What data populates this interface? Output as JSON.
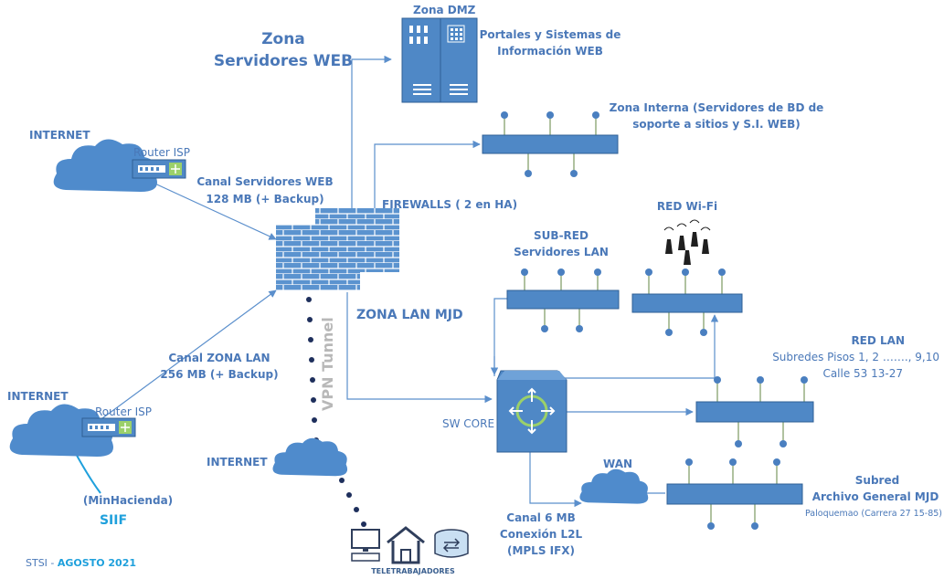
{
  "zones": {
    "web_title_1": "Zona",
    "web_title_2": "Servidores WEB",
    "dmz": "Zona DMZ",
    "portales_1": "Portales y Sistemas de",
    "portales_2": "Información WEB",
    "interna_1": "Zona Interna (Servidores de BD de",
    "interna_2": "soporte a sitios y S.I. WEB)",
    "firewalls": "FIREWALLS  ( 2 en HA)",
    "lan_mjd": "ZONA LAN MJD",
    "vpn": "VPN Tunnel"
  },
  "internet_top": {
    "label": "INTERNET",
    "router": "Router ISP"
  },
  "internet_left": {
    "label": "INTERNET",
    "router": "Router ISP"
  },
  "internet_bottom": {
    "label": "INTERNET"
  },
  "canal_web": {
    "line1": "Canal Servidores WEB",
    "line2": "128 MB (+ Backup)"
  },
  "canal_lan": {
    "line1": "Canal ZONA LAN",
    "line2": "256 MB (+ Backup)"
  },
  "minhacienda": "(MinHacienda)",
  "siif": "SIIF",
  "subred_lan": {
    "line1": "SUB-RED",
    "line2": "Servidores LAN"
  },
  "wifi": "RED Wi-Fi",
  "red_lan": {
    "title": "RED LAN",
    "line1": "Subredes Pisos 1, 2 ……., 9,10",
    "line2": "Calle 53 13-27"
  },
  "sw_core": "SW CORE",
  "wan": "WAN",
  "archivo": {
    "line1": "Subred",
    "line2": "Archivo General MJD",
    "line3": "Paloquemao (Carrera 27 15-85)"
  },
  "canal_6mb": {
    "line1": "Canal 6 MB",
    "line2": "Conexión L2L",
    "line3": "(MPLS IFX)"
  },
  "teletrabajadores": "TELETRABAJADORES",
  "footer": {
    "prefix": "STSI - ",
    "date": "AGOSTO 2021"
  },
  "icons": [
    "cloud-icon",
    "router-icon",
    "firewall-icon",
    "server-rack-icon",
    "network-switch-icon",
    "wifi-access-point-icon",
    "computer-icon",
    "house-icon"
  ],
  "colors": {
    "accent": "#4a78b8",
    "device_fill": "#4f88c6",
    "device_stroke": "#2f5f95",
    "siif": "#1fa0dc"
  }
}
